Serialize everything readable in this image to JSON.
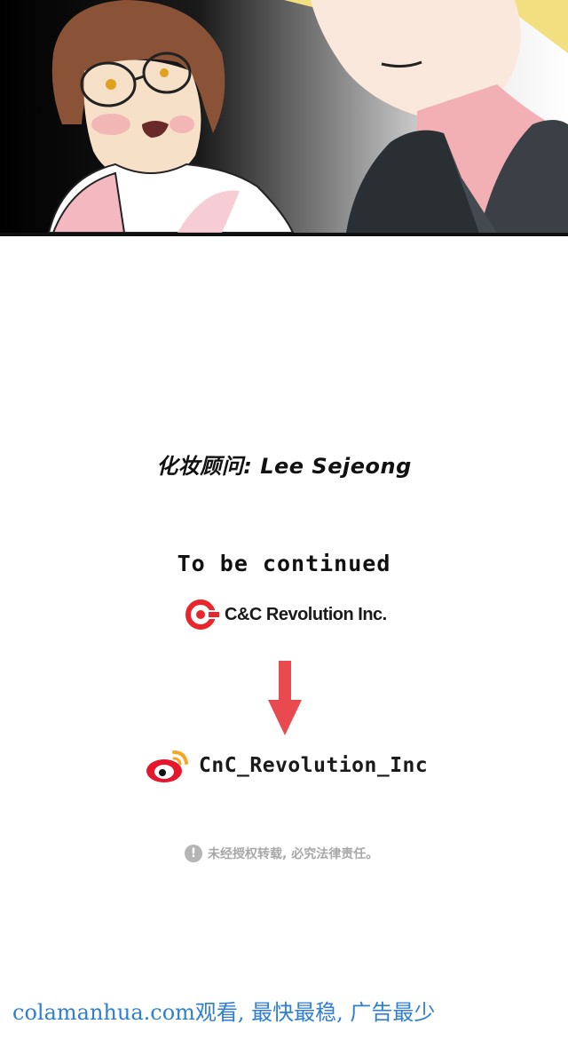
{
  "credits": {
    "makeup_label": "化妆顾问:",
    "makeup_name": "Lee Sejeong"
  },
  "ending": {
    "to_be_continued": "To be continued"
  },
  "company": {
    "name": "C&C Revolution Inc.",
    "logo_icon": "cnc-logo-icon",
    "logo_color": "#e8262b"
  },
  "arrow": {
    "icon": "down-arrow-icon",
    "color": "#e84a4f"
  },
  "weibo": {
    "icon": "weibo-icon",
    "handle": "CnC_Revolution_Inc"
  },
  "notice": {
    "icon_glyph": "!",
    "text": "未经授权转载, 必究法律责任。"
  },
  "watermark": {
    "text": "colamanhua.com观看, 最快最稳, 广告最少",
    "color": "#2f7fd0"
  }
}
